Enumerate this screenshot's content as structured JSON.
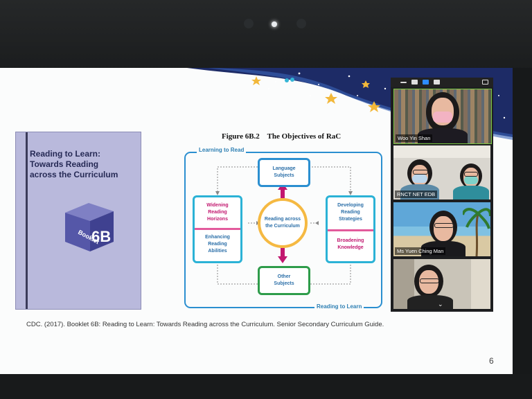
{
  "slide": {
    "booklet_title": "Reading to Learn:\nTowards Reading\nacross the Curriculum",
    "booklet_badge_line1": "Booklet",
    "booklet_badge_line2": "6B",
    "figure_title": "Figure 6B.2    The Objectives of RaC",
    "learning_to_read": "Learning to Read",
    "reading_to_learn": "Reading to Learn",
    "language_subjects": "Language\nSubjects",
    "widening": "Widening\nReading\nHorizons",
    "enhancing": "Enhancing\nReading\nAbilities",
    "center": "Reading across\nthe Curriculum",
    "developing": "Developing\nReading\nStrategies",
    "broadening": "Broadening\nKnowledge",
    "other_subjects": "Other\nSubjects",
    "citation": "CDC. (2017). Booklet 6B: Reading to Learn: Towards Reading across the Curriculum. Senior Secondary Curriculum Guide.",
    "page_number": "6"
  },
  "participants": [
    {
      "name": "Woo Yin Shan"
    },
    {
      "name": "RNCT NET EDB"
    },
    {
      "name": "Ms Yuen Ching Man"
    },
    {
      "name": ""
    }
  ],
  "colors": {
    "navy_sky": "#1d2b66",
    "star": "#f2b83a",
    "arrow_magenta": "#c2186f",
    "blue_box": "#2b8fd0",
    "green_box": "#2e9c4a",
    "pink_box": "#e25a9c",
    "center_ring": "#f5b942"
  }
}
